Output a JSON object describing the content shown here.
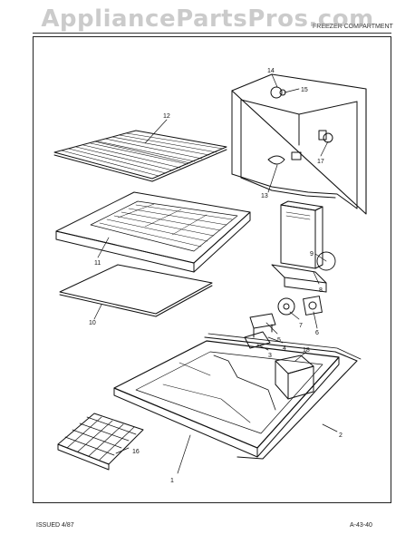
{
  "watermark": "AppliancePartsPros.com",
  "header": {
    "left": "",
    "center": "",
    "right": "FREEZER COMPARTMENT"
  },
  "callouts": {
    "c1": "1",
    "c2": "2",
    "c3": "3",
    "c4": "4",
    "c5": "5",
    "c6": "6",
    "c7": "7",
    "c8": "8",
    "c9": "9",
    "c10": "10",
    "c11": "11",
    "c12": "12",
    "c13": "13",
    "c14": "14",
    "c15": "15",
    "c16": "16",
    "c17": "17",
    "c18": "18"
  },
  "footer": {
    "issued": "ISSUED 4/87",
    "code": "A-43-40"
  }
}
